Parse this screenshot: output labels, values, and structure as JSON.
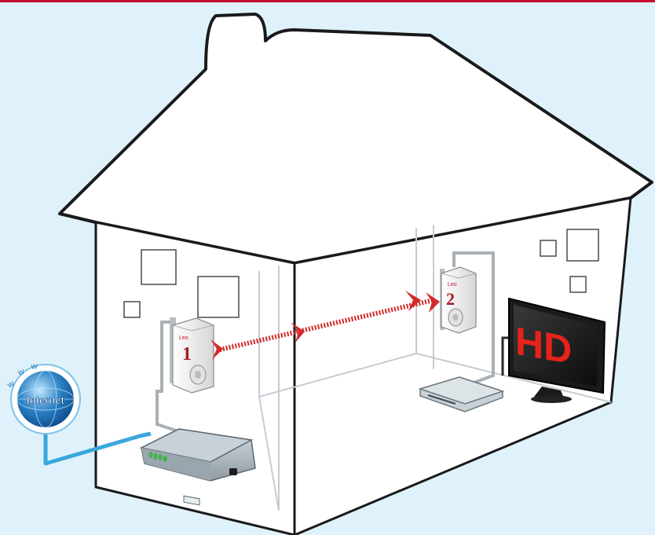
{
  "colors": {
    "background": "#dff2fb",
    "top_border": "#c8102e",
    "arrow_red": "#d42a2a",
    "internet_blue": "#2a7fc4",
    "cable_blue": "#3aa7dc",
    "tv_text": "#e5231b",
    "plug_number": "#a51c24"
  },
  "internet": {
    "label": "Internet",
    "www_letters": [
      "w",
      "w",
      "w"
    ]
  },
  "plugs": [
    {
      "number": "1",
      "brand": "Leo"
    },
    {
      "number": "2",
      "brand": "Leo"
    }
  ],
  "tv": {
    "text": "HD"
  }
}
